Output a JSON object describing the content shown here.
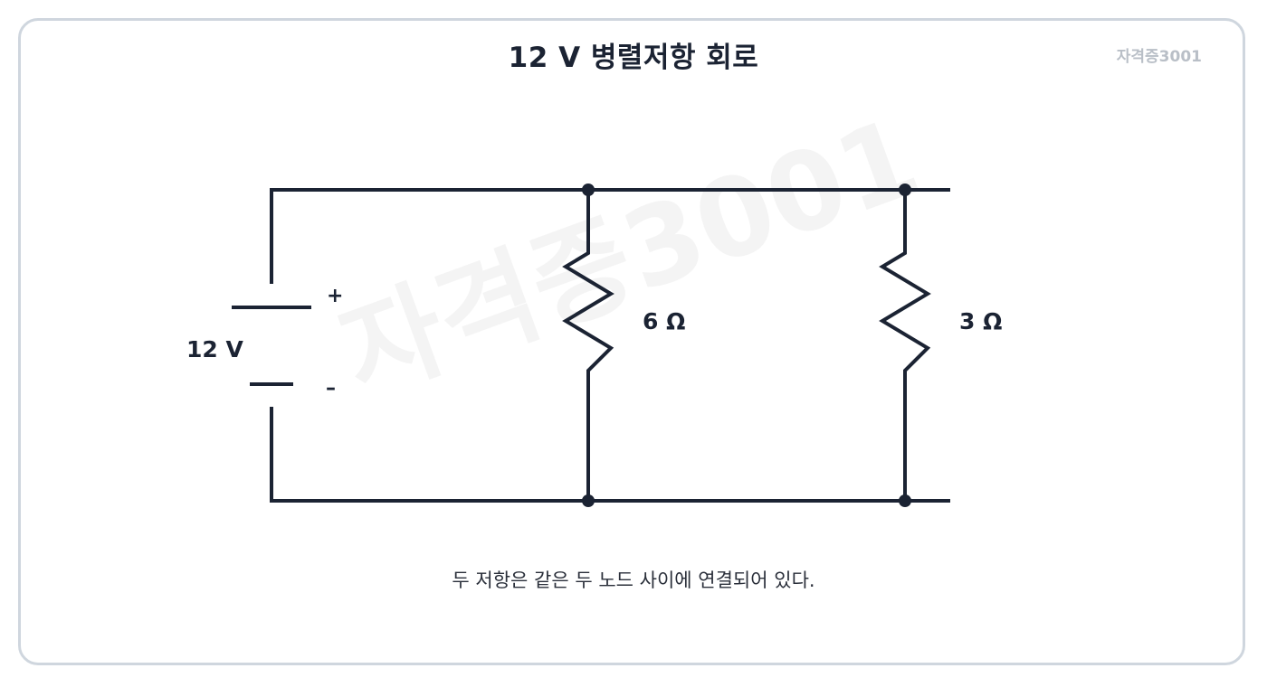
{
  "title": "12 V 병렬저항 회로",
  "brand": "자격증3001",
  "watermark": "자격증3001",
  "caption": "두 저항은 같은 두 노드 사이에 연결되어 있다.",
  "circuit": {
    "source_label": "12 V",
    "plus_sign": "+",
    "minus_sign": "–",
    "resistors": [
      {
        "label": "6 Ω"
      },
      {
        "label": "3 Ω"
      }
    ]
  },
  "colors": {
    "wire": "#1b2333",
    "border": "#cfd6de",
    "brand": "#b9bfc7"
  }
}
